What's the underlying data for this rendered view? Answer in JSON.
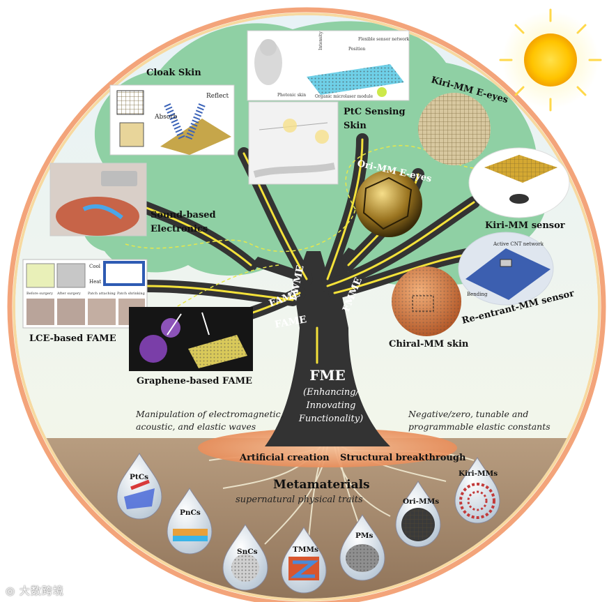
{
  "diagram": {
    "trunk": {
      "title": "FME",
      "subtitle_lines": [
        "(Enhancing/",
        "Innovating",
        "Functionality)"
      ]
    },
    "branches": [
      "FAME",
      "FWME",
      "FMME"
    ],
    "applications": {
      "cloak_skin": "Cloak Skin",
      "ptc_sensing_skin": [
        "PtC Sensing",
        "Skin"
      ],
      "kiri_mm_e_eyes": "Kiri-MM E-eyes",
      "ori_mm_e_eyes": "Ori-MM E-eyes",
      "sound_based_electronics": [
        "Sound-based",
        "Electronics"
      ],
      "kiri_mm_sensor": "Kiri-MM sensor",
      "re_entrant_mm_sensor": "Re-entrant-MM sensor",
      "chiral_mm_skin": "Chiral-MM skin",
      "lce_based_fame": "LCE-based FAME",
      "graphene_based_fame": "Graphene-based FAME"
    },
    "image_labels": {
      "cloak_absorb": "Absorb",
      "cloak_reflect": "Reflect",
      "ptc_photonic_skin": "Photonic skin",
      "ptc_module": "Organic microlaser module",
      "ptc_flexible_network": "Flexible sensor network",
      "ptc_position": "Position",
      "ptc_intensity": "Intensity",
      "lce_cool": "Cool",
      "lce_heat": "Heat",
      "lce_before": "Before surgery",
      "lce_after": "After surgery",
      "lce_attach": "Patch attaching",
      "lce_shrink": "Patch shrinking",
      "reentrant_cnt": "Active CNT network",
      "reentrant_bending": "Bending"
    },
    "captions": {
      "left_lines": [
        "Manipulation of electromagnetic,",
        "acoustic, and elastic waves"
      ],
      "right_lines": [
        "Negative/zero, tunable and",
        "programmable elastic constants"
      ]
    },
    "ground": {
      "artificial_creation": "Artificial creation",
      "structural_breakthrough": "Structural breakthrough",
      "title": "Metamaterials",
      "subtitle": "supernatural physical traits"
    },
    "drops": [
      "PtCs",
      "PnCs",
      "SnCs",
      "TMMs",
      "PMs",
      "Ori-MMs",
      "Kiri-MMs"
    ],
    "watermark": "大数跨境",
    "colors": {
      "canopy": "#8fd0a4",
      "trunk": "#333333",
      "branch_line": "#f4e23a",
      "soil": "#a5896c",
      "rim_outer": "#f39a6b",
      "sun": "#ffd21e"
    }
  }
}
